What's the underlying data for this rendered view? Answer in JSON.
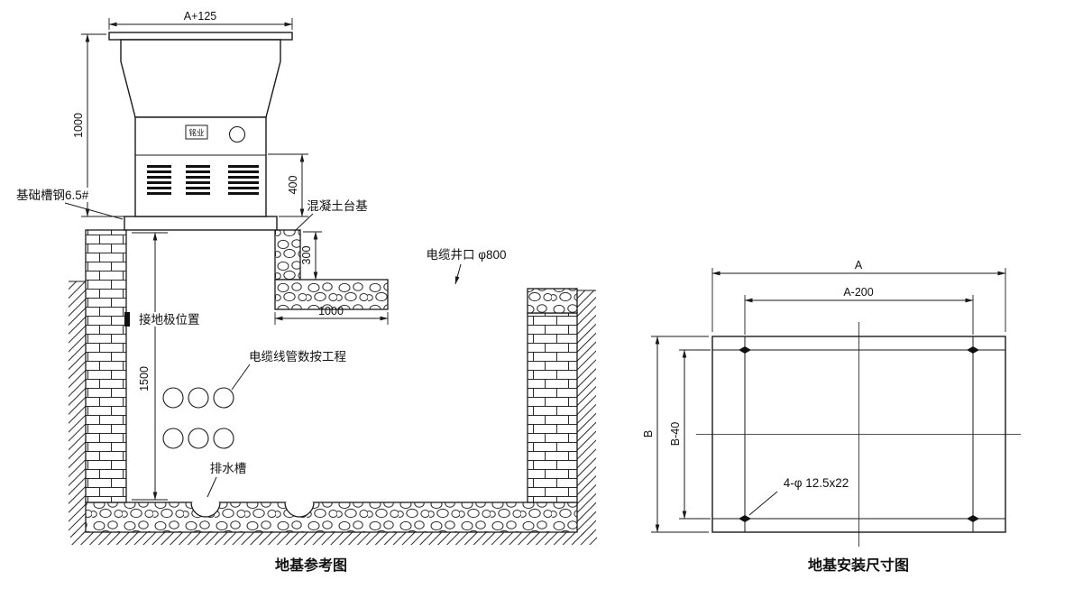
{
  "figure": {
    "left": {
      "caption": "地基参考图",
      "dims": {
        "top_width": "A+125",
        "cabinet_height": "1000",
        "lower_height": "400",
        "base_height": "300",
        "slab_width": "1000",
        "pit_depth": "1500"
      },
      "labels": {
        "channel_steel": "基础槽钢6.5#",
        "brand": "铭业",
        "concrete_base": "混凝土台基",
        "cable_well": "电缆井口 φ800",
        "earth_electrode": "接地极位置",
        "cable_conduits": "电缆线管数按工程",
        "drain": "排水槽"
      }
    },
    "right": {
      "caption": "地基安装尺寸图",
      "dims": {
        "width": "A",
        "width_inner": "A-200",
        "height": "B",
        "height_inner": "B-40"
      },
      "labels": {
        "bolt_holes": "4-φ 12.5x22"
      }
    }
  }
}
